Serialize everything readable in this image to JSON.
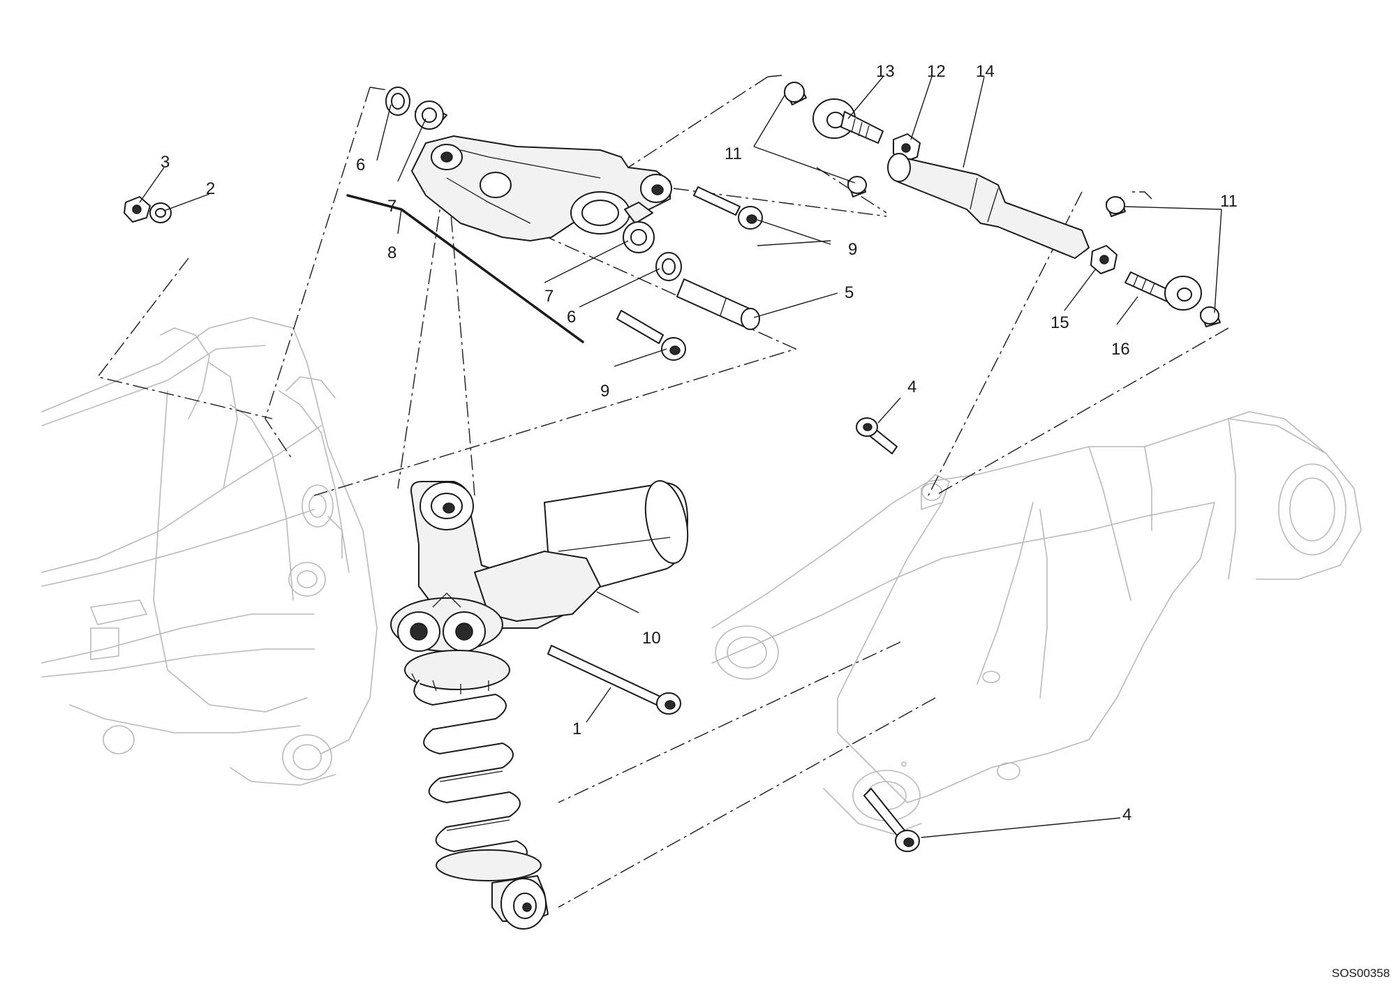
{
  "callouts": {
    "c1": "1",
    "c2": "2",
    "c3": "3",
    "c4a": "4",
    "c4b": "4",
    "c5": "5",
    "c6a": "6",
    "c6b": "6",
    "c7a": "7",
    "c7b": "7",
    "c8": "8",
    "c9a": "9",
    "c9b": "9",
    "c10": "10",
    "c11a": "11",
    "c11b": "11",
    "c12": "12",
    "c13": "13",
    "c14": "14",
    "c15": "15",
    "c16": "16"
  },
  "reference_code": "SOS00358",
  "icons": [
    "frame-outline",
    "swingarm-outline",
    "shock-absorber",
    "rocker-linkage",
    "tie-rod"
  ]
}
